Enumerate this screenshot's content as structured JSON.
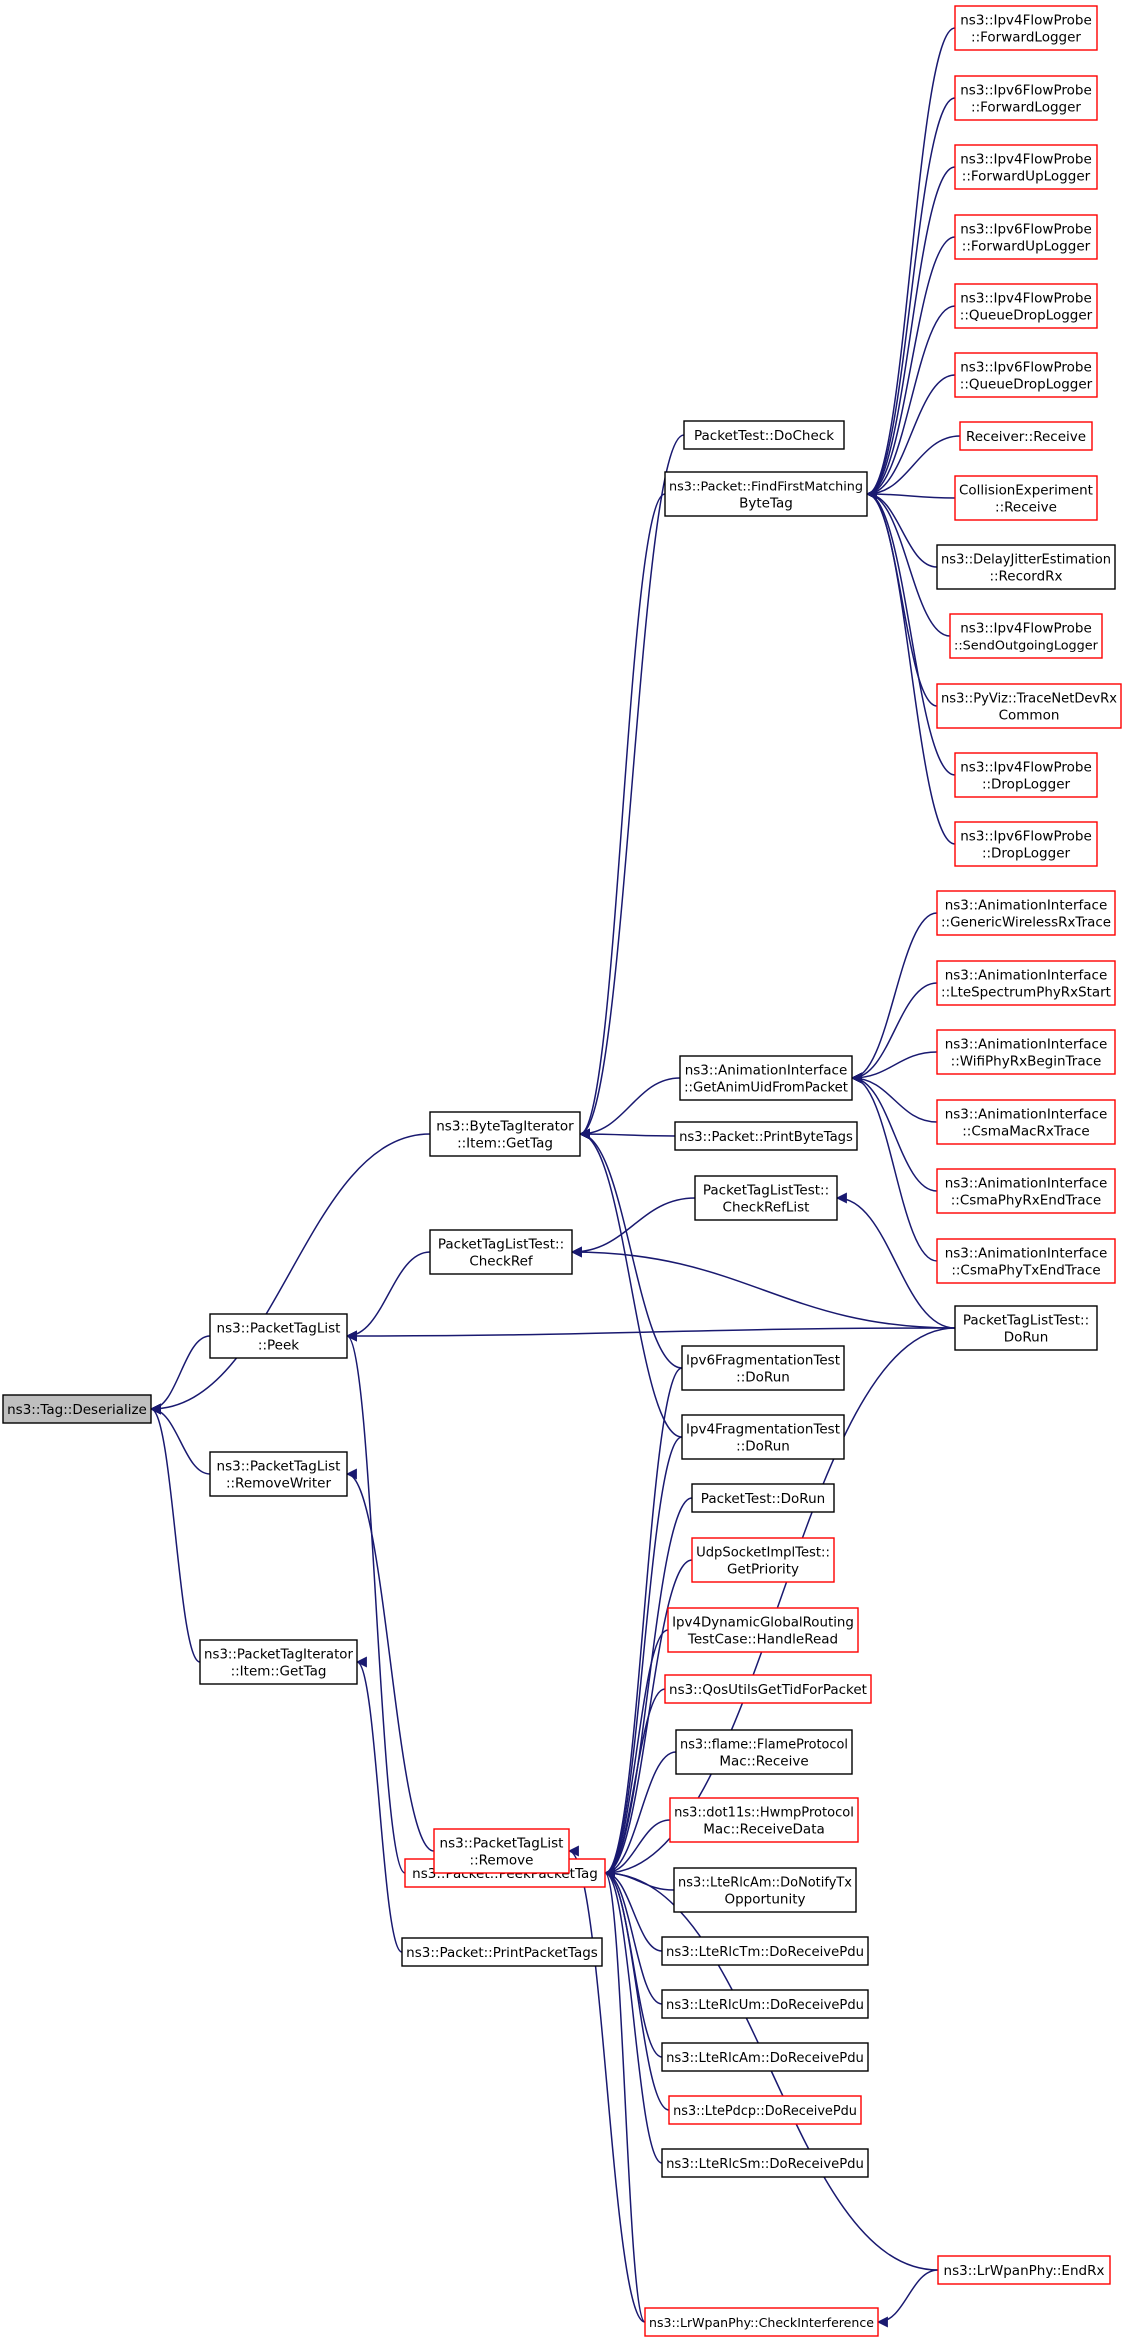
{
  "colors": {
    "edge": "#191970",
    "node_border_plain": "#000000",
    "node_border_link": "#ff0000",
    "focus_fill": "#bfbfbf",
    "node_fill": "#ffffff"
  },
  "nodes": [
    {
      "id": "deserialize",
      "lines": [
        "ns3::Tag::Deserialize"
      ],
      "style": "focus"
    },
    {
      "id": "bytetag_item_gettag",
      "lines": [
        "ns3::ByteTagIterator",
        "::Item::GetTag"
      ],
      "style": "plain"
    },
    {
      "id": "packettaglist_peek",
      "lines": [
        "ns3::PacketTagList",
        "::Peek"
      ],
      "style": "plain"
    },
    {
      "id": "packettaglist_removewriter",
      "lines": [
        "ns3::PacketTagList",
        "::RemoveWriter"
      ],
      "style": "plain"
    },
    {
      "id": "packettag_item_gettag",
      "lines": [
        "ns3::PacketTagIterator",
        "::Item::GetTag"
      ],
      "style": "plain"
    },
    {
      "id": "packettaglisttest_checkref",
      "lines": [
        "PacketTagListTest::",
        "CheckRef"
      ],
      "style": "plain"
    },
    {
      "id": "packet_peekpackettag",
      "lines": [
        "ns3::Packet::PeekPacketTag"
      ],
      "style": "red"
    },
    {
      "id": "packettaglist_remove",
      "lines": [
        "ns3::PacketTagList",
        "::Remove"
      ],
      "style": "red"
    },
    {
      "id": "packet_printpackettags",
      "lines": [
        "ns3::Packet::PrintPacketTags"
      ],
      "style": "plain"
    },
    {
      "id": "packettest_docheck",
      "lines": [
        "PacketTest::DoCheck"
      ],
      "style": "plain"
    },
    {
      "id": "packet_findfirstmatching",
      "lines": [
        "ns3::Packet::FindFirstMatching",
        "ByteTag"
      ],
      "style": "plain"
    },
    {
      "id": "animif_getanimuid",
      "lines": [
        "ns3::AnimationInterface",
        "::GetAnimUidFromPacket"
      ],
      "style": "plain"
    },
    {
      "id": "packet_printbytetags",
      "lines": [
        "ns3::Packet::PrintByteTags"
      ],
      "style": "plain"
    },
    {
      "id": "packettaglisttest_checkreflist",
      "lines": [
        "PacketTagListTest::",
        "CheckRefList"
      ],
      "style": "plain"
    },
    {
      "id": "ipv6frag_dorun",
      "lines": [
        "Ipv6FragmentationTest",
        "::DoRun"
      ],
      "style": "plain"
    },
    {
      "id": "ipv4frag_dorun",
      "lines": [
        "Ipv4FragmentationTest",
        "::DoRun"
      ],
      "style": "plain"
    },
    {
      "id": "packettest_dorun",
      "lines": [
        "PacketTest::DoRun"
      ],
      "style": "plain"
    },
    {
      "id": "udpsocketimpltest_getpriority",
      "lines": [
        "UdpSocketImplTest::",
        "GetPriority"
      ],
      "style": "red"
    },
    {
      "id": "ipv4dynglobalrouting_handleread",
      "lines": [
        "Ipv4DynamicGlobalRouting",
        "TestCase::HandleRead"
      ],
      "style": "red"
    },
    {
      "id": "qosutils_gettid",
      "lines": [
        "ns3::QosUtilsGetTidForPacket"
      ],
      "style": "red"
    },
    {
      "id": "flame_receive",
      "lines": [
        "ns3::flame::FlameProtocol",
        "Mac::Receive"
      ],
      "style": "plain"
    },
    {
      "id": "dot11s_receivedata",
      "lines": [
        "ns3::dot11s::HwmpProtocol",
        "Mac::ReceiveData"
      ],
      "style": "red"
    },
    {
      "id": "lterlcam_donotifytx",
      "lines": [
        "ns3::LteRlcAm::DoNotifyTx",
        "Opportunity"
      ],
      "style": "plain"
    },
    {
      "id": "lterlctm_doreceivepdu",
      "lines": [
        "ns3::LteRlcTm::DoReceivePdu"
      ],
      "style": "plain"
    },
    {
      "id": "lterlcum_doreceivepdu",
      "lines": [
        "ns3::LteRlcUm::DoReceivePdu"
      ],
      "style": "plain"
    },
    {
      "id": "lterlcam_doreceivepdu",
      "lines": [
        "ns3::LteRlcAm::DoReceivePdu"
      ],
      "style": "plain"
    },
    {
      "id": "ltepdcp_doreceivepdu",
      "lines": [
        "ns3::LtePdcp::DoReceivePdu"
      ],
      "style": "red"
    },
    {
      "id": "lterlcsm_doreceivepdu",
      "lines": [
        "ns3::LteRlcSm::DoReceivePdu"
      ],
      "style": "plain"
    },
    {
      "id": "lrwpan_checkinterference",
      "lines": [
        "ns3::LrWpanPhy::CheckInterference"
      ],
      "style": "red"
    },
    {
      "id": "lrwpan_endrx",
      "lines": [
        "ns3::LrWpanPhy::EndRx"
      ],
      "style": "red"
    },
    {
      "id": "packettaglisttest_dorun",
      "lines": [
        "PacketTagListTest::",
        "DoRun"
      ],
      "style": "plain"
    },
    {
      "id": "ipv4flowprobe_forwardlogger",
      "lines": [
        "ns3::Ipv4FlowProbe",
        "::ForwardLogger"
      ],
      "style": "red"
    },
    {
      "id": "ipv6flowprobe_forwardlogger",
      "lines": [
        "ns3::Ipv6FlowProbe",
        "::ForwardLogger"
      ],
      "style": "red"
    },
    {
      "id": "ipv4flowprobe_forwarduplogger",
      "lines": [
        "ns3::Ipv4FlowProbe",
        "::ForwardUpLogger"
      ],
      "style": "red"
    },
    {
      "id": "ipv6flowprobe_forwarduplogger",
      "lines": [
        "ns3::Ipv6FlowProbe",
        "::ForwardUpLogger"
      ],
      "style": "red"
    },
    {
      "id": "ipv4flowprobe_queuedroplogger",
      "lines": [
        "ns3::Ipv4FlowProbe",
        "::QueueDropLogger"
      ],
      "style": "red"
    },
    {
      "id": "ipv6flowprobe_queuedroplogger",
      "lines": [
        "ns3::Ipv6FlowProbe",
        "::QueueDropLogger"
      ],
      "style": "red"
    },
    {
      "id": "receiver_receive",
      "lines": [
        "Receiver::Receive"
      ],
      "style": "red"
    },
    {
      "id": "collisionexperiment_receive",
      "lines": [
        "CollisionExperiment",
        "::Receive"
      ],
      "style": "red"
    },
    {
      "id": "delayjitter_recordrx",
      "lines": [
        "ns3::DelayJitterEstimation",
        "::RecordRx"
      ],
      "style": "plain"
    },
    {
      "id": "ipv4flowprobe_sendoutgoinglogger",
      "lines": [
        "ns3::Ipv4FlowProbe",
        "::SendOutgoingLogger"
      ],
      "style": "red"
    },
    {
      "id": "pyviz_tracenetdevrx",
      "lines": [
        "ns3::PyViz::TraceNetDevRx",
        "Common"
      ],
      "style": "red"
    },
    {
      "id": "ipv4flowprobe_droplogger",
      "lines": [
        "ns3::Ipv4FlowProbe",
        "::DropLogger"
      ],
      "style": "red"
    },
    {
      "id": "ipv6flowprobe_droplogger",
      "lines": [
        "ns3::Ipv6FlowProbe",
        "::DropLogger"
      ],
      "style": "red"
    },
    {
      "id": "animif_genericwirelessrx",
      "lines": [
        "ns3::AnimationInterface",
        "::GenericWirelessRxTrace"
      ],
      "style": "red"
    },
    {
      "id": "animif_ltespectrumphyrxstart",
      "lines": [
        "ns3::AnimationInterface",
        "::LteSpectrumPhyRxStart"
      ],
      "style": "red"
    },
    {
      "id": "animif_wifiphyrxbegin",
      "lines": [
        "ns3::AnimationInterface",
        "::WifiPhyRxBeginTrace"
      ],
      "style": "red"
    },
    {
      "id": "animif_csmamacrx",
      "lines": [
        "ns3::AnimationInterface",
        "::CsmaMacRxTrace"
      ],
      "style": "red"
    },
    {
      "id": "animif_csmaphyrxend",
      "lines": [
        "ns3::AnimationInterface",
        "::CsmaPhyRxEndTrace"
      ],
      "style": "red"
    },
    {
      "id": "animif_csmaphytxend",
      "lines": [
        "ns3::AnimationInterface",
        "::CsmaPhyTxEndTrace"
      ],
      "style": "red"
    }
  ],
  "edges": [
    [
      "bytetag_item_gettag",
      "deserialize"
    ],
    [
      "packettaglist_peek",
      "deserialize"
    ],
    [
      "packettaglist_removewriter",
      "deserialize"
    ],
    [
      "packettag_item_gettag",
      "deserialize"
    ],
    [
      "packettest_docheck",
      "bytetag_item_gettag"
    ],
    [
      "packet_findfirstmatching",
      "bytetag_item_gettag"
    ],
    [
      "animif_getanimuid",
      "bytetag_item_gettag"
    ],
    [
      "packet_printbytetags",
      "bytetag_item_gettag"
    ],
    [
      "ipv6frag_dorun",
      "bytetag_item_gettag"
    ],
    [
      "ipv4frag_dorun",
      "bytetag_item_gettag"
    ],
    [
      "packettaglisttest_checkref",
      "packettaglist_peek"
    ],
    [
      "packet_peekpackettag",
      "packettaglist_peek"
    ],
    [
      "packettaglisttest_dorun",
      "packettaglist_peek"
    ],
    [
      "packettaglist_remove",
      "packettaglist_removewriter"
    ],
    [
      "packet_printpackettags",
      "packettag_item_gettag"
    ],
    [
      "packettaglisttest_checkreflist",
      "packettaglisttest_checkref"
    ],
    [
      "packettaglisttest_dorun",
      "packettaglisttest_checkref"
    ],
    [
      "packettaglisttest_dorun",
      "packettaglisttest_checkreflist"
    ],
    [
      "ipv6frag_dorun",
      "packet_peekpackettag"
    ],
    [
      "ipv4frag_dorun",
      "packet_peekpackettag"
    ],
    [
      "packettest_dorun",
      "packet_peekpackettag"
    ],
    [
      "udpsocketimpltest_getpriority",
      "packet_peekpackettag"
    ],
    [
      "ipv4dynglobalrouting_handleread",
      "packet_peekpackettag"
    ],
    [
      "qosutils_gettid",
      "packet_peekpackettag"
    ],
    [
      "flame_receive",
      "packet_peekpackettag"
    ],
    [
      "dot11s_receivedata",
      "packet_peekpackettag"
    ],
    [
      "lterlcam_donotifytx",
      "packet_peekpackettag"
    ],
    [
      "lterlctm_doreceivepdu",
      "packet_peekpackettag"
    ],
    [
      "lterlcum_doreceivepdu",
      "packet_peekpackettag"
    ],
    [
      "lterlcam_doreceivepdu",
      "packet_peekpackettag"
    ],
    [
      "ltepdcp_doreceivepdu",
      "packet_peekpackettag"
    ],
    [
      "lterlcsm_doreceivepdu",
      "packet_peekpackettag"
    ],
    [
      "lrwpan_endrx",
      "packet_peekpackettag"
    ],
    [
      "lrwpan_checkinterference",
      "packet_peekpackettag"
    ],
    [
      "packettaglisttest_dorun",
      "packet_peekpackettag"
    ],
    [
      "lrwpan_checkinterference",
      "packettaglist_remove"
    ],
    [
      "lrwpan_endrx",
      "lrwpan_checkinterference"
    ],
    [
      "ipv4flowprobe_forwardlogger",
      "packet_findfirstmatching"
    ],
    [
      "ipv6flowprobe_forwardlogger",
      "packet_findfirstmatching"
    ],
    [
      "ipv4flowprobe_forwarduplogger",
      "packet_findfirstmatching"
    ],
    [
      "ipv6flowprobe_forwarduplogger",
      "packet_findfirstmatching"
    ],
    [
      "ipv4flowprobe_queuedroplogger",
      "packet_findfirstmatching"
    ],
    [
      "ipv6flowprobe_queuedroplogger",
      "packet_findfirstmatching"
    ],
    [
      "receiver_receive",
      "packet_findfirstmatching"
    ],
    [
      "collisionexperiment_receive",
      "packet_findfirstmatching"
    ],
    [
      "delayjitter_recordrx",
      "packet_findfirstmatching"
    ],
    [
      "ipv4flowprobe_sendoutgoinglogger",
      "packet_findfirstmatching"
    ],
    [
      "pyviz_tracenetdevrx",
      "packet_findfirstmatching"
    ],
    [
      "ipv4flowprobe_droplogger",
      "packet_findfirstmatching"
    ],
    [
      "ipv6flowprobe_droplogger",
      "packet_findfirstmatching"
    ],
    [
      "animif_genericwirelessrx",
      "animif_getanimuid"
    ],
    [
      "animif_ltespectrumphyrxstart",
      "animif_getanimuid"
    ],
    [
      "animif_wifiphyrxbegin",
      "animif_getanimuid"
    ],
    [
      "animif_csmamacrx",
      "animif_getanimuid"
    ],
    [
      "animif_csmaphyrxend",
      "animif_getanimuid"
    ],
    [
      "animif_csmaphytxend",
      "animif_getanimuid"
    ]
  ]
}
